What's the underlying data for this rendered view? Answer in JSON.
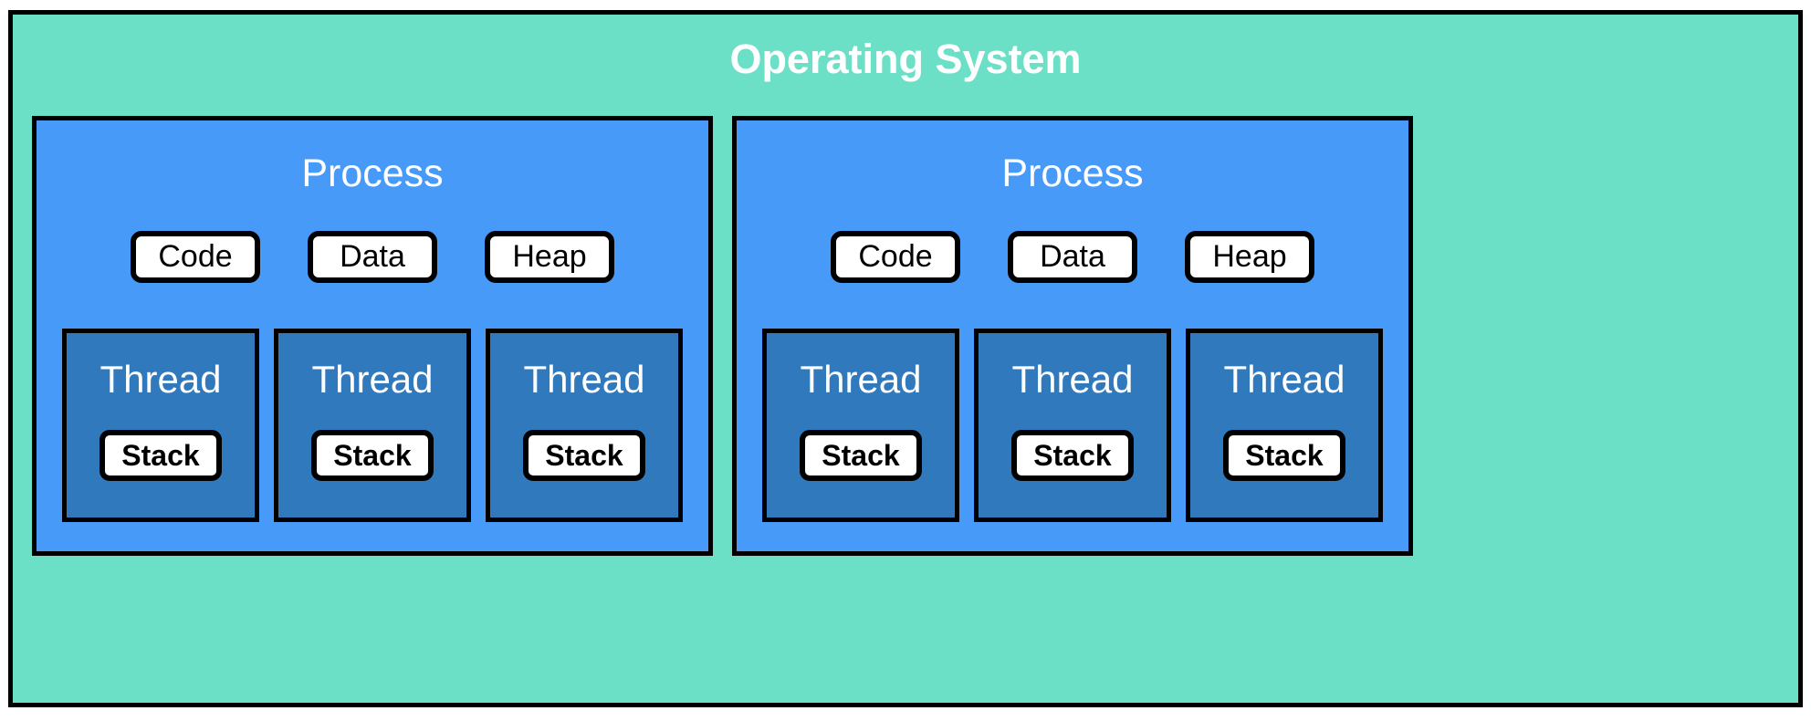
{
  "diagram": {
    "title": "Operating System",
    "colors": {
      "os_fill": "#6ce0c6",
      "process_fill": "#479af7",
      "thread_fill": "#3079bd",
      "box_fill": "#ffffff",
      "border": "#000000",
      "title_text": "#ffffff",
      "box_text": "#000000"
    },
    "processes": [
      {
        "label": "Process",
        "segments": [
          {
            "label": "Code"
          },
          {
            "label": "Data"
          },
          {
            "label": "Heap"
          }
        ],
        "threads": [
          {
            "label": "Thread",
            "stack": "Stack"
          },
          {
            "label": "Thread",
            "stack": "Stack"
          },
          {
            "label": "Thread",
            "stack": "Stack"
          }
        ]
      },
      {
        "label": "Process",
        "segments": [
          {
            "label": "Code"
          },
          {
            "label": "Data"
          },
          {
            "label": "Heap"
          }
        ],
        "threads": [
          {
            "label": "Thread",
            "stack": "Stack"
          },
          {
            "label": "Thread",
            "stack": "Stack"
          },
          {
            "label": "Thread",
            "stack": "Stack"
          }
        ]
      }
    ]
  }
}
